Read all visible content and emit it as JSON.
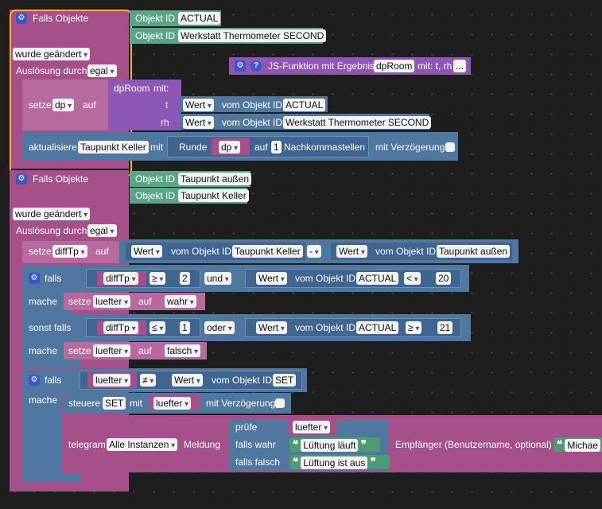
{
  "block1": {
    "trigger_title": "Falls Objekte",
    "obj_label": "Objekt ID",
    "obj1": "ACTUAL",
    "obj2": "Werkstatt Thermometer SECOND",
    "changed": "wurde geändert",
    "trigger_by": "Auslösung durch",
    "trigger_val": "egal",
    "set_label": "setze",
    "set_var": "dp",
    "auf": "auf",
    "func_name": "dpRoom",
    "mit": "mit:",
    "param_t": "t",
    "param_rh": "rh",
    "wert": "Wert",
    "vom_objekt": "vom Objekt ID",
    "t_obj": "ACTUAL",
    "rh_obj": "Werkstatt Thermometer SECOND",
    "update_label": "aktualisiere",
    "update_obj": "Taupunkt Keller",
    "mit2": "mit",
    "round": "Runde",
    "round_var": "dp",
    "round_auf": "auf",
    "round_digits": "1",
    "decimals": "Nachkommastellen",
    "delay": "mit Verzögerung"
  },
  "jsfunc": {
    "label": "JS-Funktion mit Ergebnis",
    "name": "dpRoom",
    "params": "mit: t, rh",
    "more": "..."
  },
  "block2": {
    "trigger_title": "Falls Objekte",
    "obj_label": "Objekt ID",
    "obj1": "Taupunkt außen",
    "obj2": "Taupunkt Keller",
    "changed": "wurde geändert",
    "trigger_by": "Auslösung durch",
    "trigger_val": "egal",
    "set_label": "setze",
    "set_var": "diffTp",
    "auf": "auf",
    "wert": "Wert",
    "vom_objekt": "vom Objekt ID",
    "minuend": "Taupunkt Keller",
    "minus": "-",
    "subtrahend": "Taupunkt außen",
    "if1": {
      "falls": "falls",
      "var": "diffTp",
      "op": "≥",
      "num": "2",
      "und": "und",
      "obj": "ACTUAL",
      "op2": "<",
      "num2": "20",
      "mache": "mache",
      "set": "setze",
      "set_var": "luefter",
      "auf": "auf",
      "val": "wahr",
      "elseif": "sonst falls",
      "var_b": "diffTp",
      "op_b": "≤",
      "num_b": "1",
      "oder": "oder",
      "obj_b": "ACTUAL",
      "op2_b": "≥",
      "num2_b": "21",
      "val_b": "falsch"
    },
    "if2": {
      "falls": "falls",
      "var": "luefter",
      "op": "≠",
      "obj": "SET",
      "mache": "mache",
      "steuere": "steuere",
      "steuere_obj": "SET",
      "mit": "mit",
      "val": "luefter",
      "delay": "mit Verzögerung",
      "telegram": "telegram",
      "instances": "Alle Instanzen",
      "meldung": "Meldung",
      "pruefe": "prüfe",
      "pruefe_var": "luefter",
      "falls_wahr": "falls wahr",
      "msg_true": "Lüftung läuft",
      "falls_falsch": "falls falsch",
      "msg_false": "Lüftung ist aus",
      "recipient": "Empfänger (Benutzername, optional)",
      "recipient_val": "Michae"
    }
  },
  "colors": {
    "trigger": "#a5508b",
    "logic": "#4f77a0",
    "function": "#8e57b5",
    "text": "#52a37f",
    "highlight": "#f3b61f"
  }
}
